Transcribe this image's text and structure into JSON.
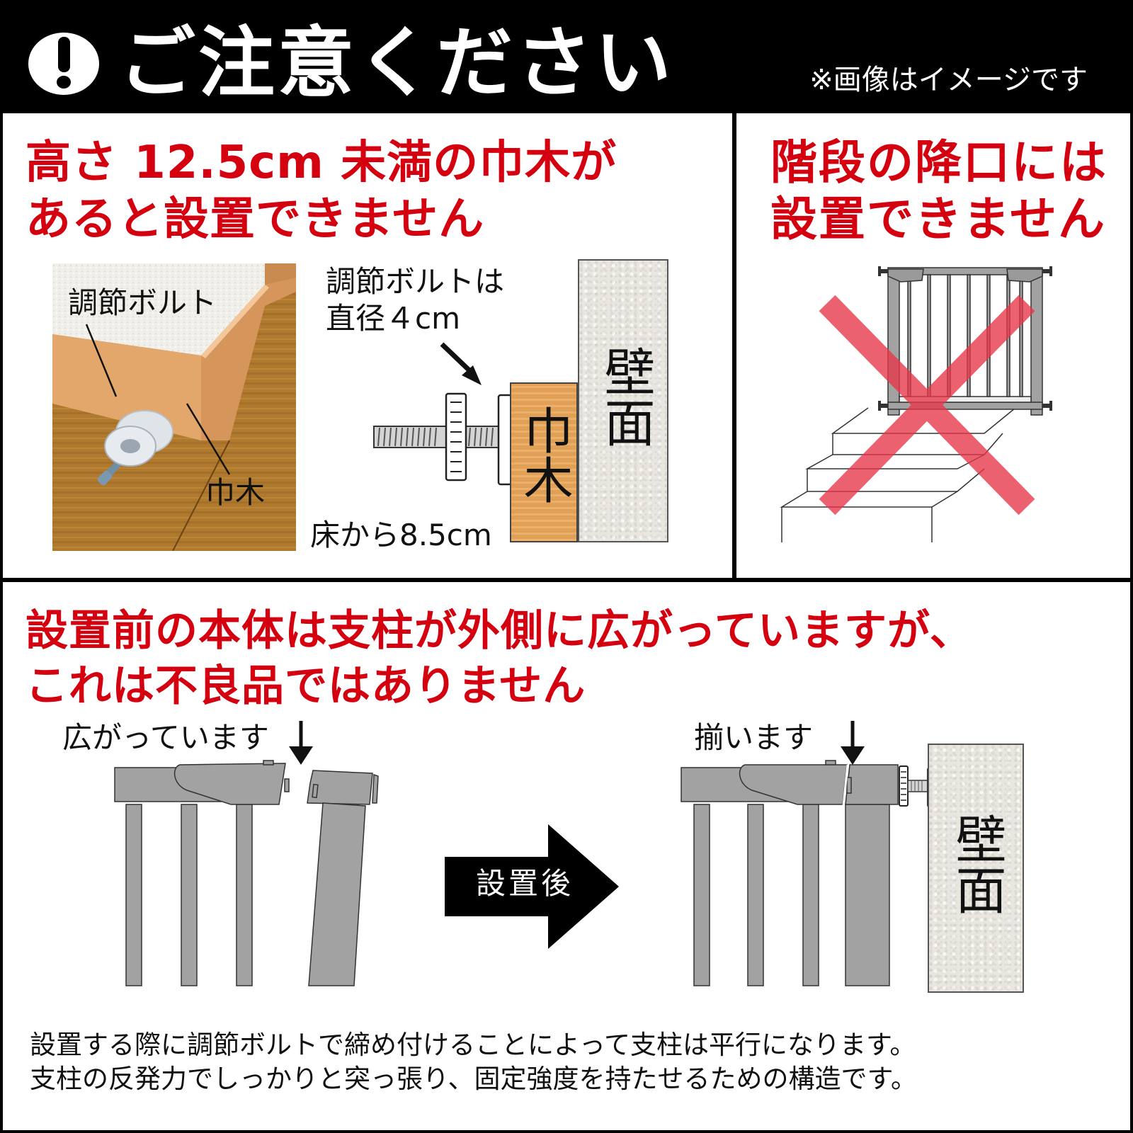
{
  "header": {
    "icon": "exclamation-circle-icon",
    "title": "ご注意ください",
    "note": "※画像はイメージです"
  },
  "skirting_warning": {
    "heading_line1": "高さ 12.5cm 未満の巾木が",
    "heading_line2": "あると設置できません",
    "photo_label_bolt": "調節ボルト",
    "photo_label_skirting": "巾木",
    "diagram_bolt_line1": "調節ボルトは",
    "diagram_bolt_line2": "直径４cm",
    "diagram_floor": "床から8.5cm",
    "diagram_skirting": "巾木",
    "diagram_wall": "壁面"
  },
  "stairs_warning": {
    "heading_line1": "階段の降口には",
    "heading_line2": "設置できません",
    "icon": "red-x-prohibited-icon"
  },
  "post_notice": {
    "heading_line1": "設置前の本体は支柱が外側に広がっていますが、",
    "heading_line2": "これは不良品ではありません",
    "before_label": "広がっています",
    "arrow_label": "設置後",
    "after_label": "揃います",
    "wall_label": "壁面",
    "description_line1": "設置する際に調節ボルトで締め付けることによって支柱は平行になります。",
    "description_line2": "支柱の反発力でしっかりと突っ張り、固定強度を持たせるための構造です。"
  },
  "colors": {
    "header_bg": "#000000",
    "warning_red": "#d4000f",
    "gate_gray": "#a2a2a2",
    "skirting_orange": "#e9a75a",
    "wall_beige": "#e9e6e0",
    "x_mark": "#ec4a5c"
  }
}
